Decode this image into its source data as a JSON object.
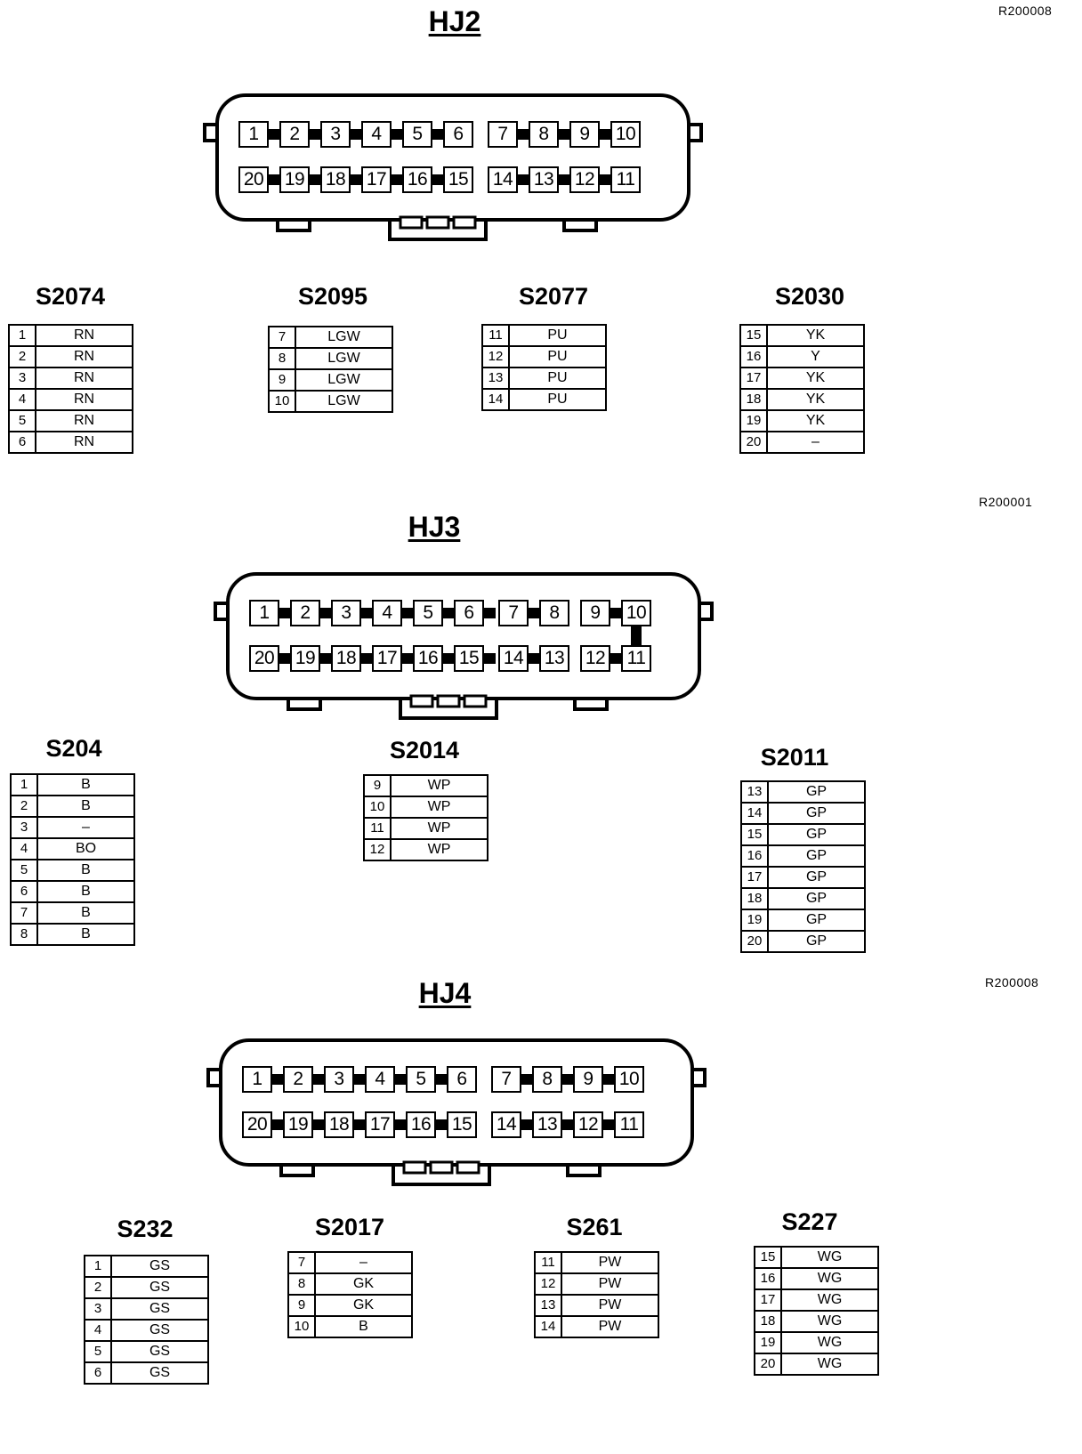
{
  "connectors": [
    {
      "id": "hj2",
      "title": "HJ2",
      "code": "R200008",
      "bridge": false,
      "top_row": [
        "1",
        "2",
        "3",
        "4",
        "5",
        "6",
        "7",
        "8",
        "9",
        "10"
      ],
      "bottom_row": [
        "20",
        "19",
        "18",
        "17",
        "16",
        "15",
        "14",
        "13",
        "12",
        "11"
      ],
      "groups": [
        {
          "id": "s2074",
          "title": "S2074",
          "rows": [
            [
              "1",
              "RN"
            ],
            [
              "2",
              "RN"
            ],
            [
              "3",
              "RN"
            ],
            [
              "4",
              "RN"
            ],
            [
              "5",
              "RN"
            ],
            [
              "6",
              "RN"
            ]
          ]
        },
        {
          "id": "s2095",
          "title": "S2095",
          "rows": [
            [
              "7",
              "LGW"
            ],
            [
              "8",
              "LGW"
            ],
            [
              "9",
              "LGW"
            ],
            [
              "10",
              "LGW"
            ]
          ]
        },
        {
          "id": "s2077",
          "title": "S2077",
          "rows": [
            [
              "11",
              "PU"
            ],
            [
              "12",
              "PU"
            ],
            [
              "13",
              "PU"
            ],
            [
              "14",
              "PU"
            ]
          ]
        },
        {
          "id": "s2030",
          "title": "S2030",
          "rows": [
            [
              "15",
              "YK"
            ],
            [
              "16",
              "Y"
            ],
            [
              "17",
              "YK"
            ],
            [
              "18",
              "YK"
            ],
            [
              "19",
              "YK"
            ],
            [
              "20",
              "–"
            ]
          ]
        }
      ]
    },
    {
      "id": "hj3",
      "title": "HJ3",
      "code": "R200001",
      "bridge": true,
      "top_row": [
        "1",
        "2",
        "3",
        "4",
        "5",
        "6",
        "7",
        "8",
        "9",
        "10"
      ],
      "bottom_row": [
        "20",
        "19",
        "18",
        "17",
        "16",
        "15",
        "14",
        "13",
        "12",
        "11"
      ],
      "groups": [
        {
          "id": "s204",
          "title": "S204",
          "rows": [
            [
              "1",
              "B"
            ],
            [
              "2",
              "B"
            ],
            [
              "3",
              "–"
            ],
            [
              "4",
              "BO"
            ],
            [
              "5",
              "B"
            ],
            [
              "6",
              "B"
            ],
            [
              "7",
              "B"
            ],
            [
              "8",
              "B"
            ]
          ]
        },
        {
          "id": "s2014",
          "title": "S2014",
          "rows": [
            [
              "9",
              "WP"
            ],
            [
              "10",
              "WP"
            ],
            [
              "11",
              "WP"
            ],
            [
              "12",
              "WP"
            ]
          ]
        },
        {
          "id": "s2011",
          "title": "S2011",
          "rows": [
            [
              "13",
              "GP"
            ],
            [
              "14",
              "GP"
            ],
            [
              "15",
              "GP"
            ],
            [
              "16",
              "GP"
            ],
            [
              "17",
              "GP"
            ],
            [
              "18",
              "GP"
            ],
            [
              "19",
              "GP"
            ],
            [
              "20",
              "GP"
            ]
          ]
        }
      ]
    },
    {
      "id": "hj4",
      "title": "HJ4",
      "code": "R200008",
      "bridge": false,
      "top_row": [
        "1",
        "2",
        "3",
        "4",
        "5",
        "6",
        "7",
        "8",
        "9",
        "10"
      ],
      "bottom_row": [
        "20",
        "19",
        "18",
        "17",
        "16",
        "15",
        "14",
        "13",
        "12",
        "11"
      ],
      "groups": [
        {
          "id": "s232",
          "title": "S232",
          "rows": [
            [
              "1",
              "GS"
            ],
            [
              "2",
              "GS"
            ],
            [
              "3",
              "GS"
            ],
            [
              "4",
              "GS"
            ],
            [
              "5",
              "GS"
            ],
            [
              "6",
              "GS"
            ]
          ]
        },
        {
          "id": "s2017",
          "title": "S2017",
          "rows": [
            [
              "7",
              "–"
            ],
            [
              "8",
              "GK"
            ],
            [
              "9",
              "GK"
            ],
            [
              "10",
              "B"
            ]
          ]
        },
        {
          "id": "s261",
          "title": "S261",
          "rows": [
            [
              "11",
              "PW"
            ],
            [
              "12",
              "PW"
            ],
            [
              "13",
              "PW"
            ],
            [
              "14",
              "PW"
            ]
          ]
        },
        {
          "id": "s227",
          "title": "S227",
          "rows": [
            [
              "15",
              "WG"
            ],
            [
              "16",
              "WG"
            ],
            [
              "17",
              "WG"
            ],
            [
              "18",
              "WG"
            ],
            [
              "19",
              "WG"
            ],
            [
              "20",
              "WG"
            ]
          ]
        }
      ]
    }
  ]
}
